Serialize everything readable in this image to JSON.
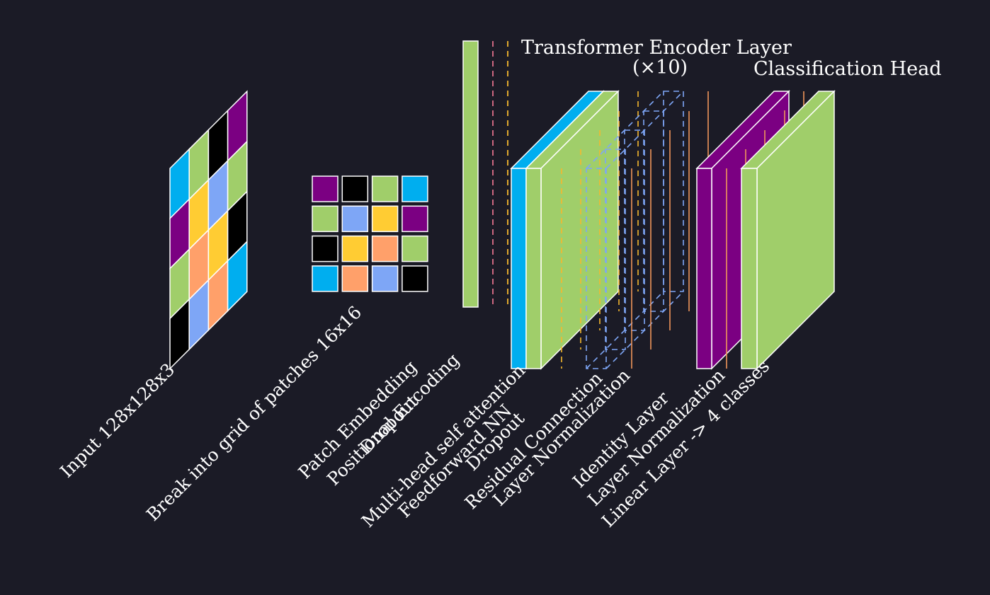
{
  "colors": {
    "background": "#1b1b26",
    "cyan": "#00aeef",
    "green": "#a0ce6a",
    "purple": "#7b0082",
    "black": "#000000",
    "blue": "#7ea6f6",
    "yellow": "#ffcc33",
    "orange": "#ffa06a",
    "pink": "#e0708a",
    "dash_yellow": "#f5b82e",
    "line_orange": "#f0965a",
    "edge": "#ffffff"
  },
  "input_grid": [
    [
      "cyan",
      "green",
      "black",
      "purple"
    ],
    [
      "purple",
      "yellow",
      "blue",
      "green"
    ],
    [
      "green",
      "orange",
      "yellow",
      "black"
    ],
    [
      "black",
      "blue",
      "orange",
      "cyan"
    ]
  ],
  "patch_grid": [
    [
      "purple",
      "black",
      "green",
      "cyan"
    ],
    [
      "green",
      "blue",
      "yellow",
      "purple"
    ],
    [
      "black",
      "yellow",
      "orange",
      "green"
    ],
    [
      "cyan",
      "orange",
      "blue",
      "black"
    ]
  ],
  "titles": {
    "encoder": "Transformer Encoder Layer",
    "encoder_repeat": "(×10)",
    "head": "Classification Head"
  },
  "labels": {
    "input": "Input 128x128x3",
    "patches": "Break into grid of patches 16x16",
    "embedding": [
      "Patch Embedding",
      "Positional Encoding",
      "Dropout"
    ],
    "encoder_ops": [
      "Multi-head self attention",
      "Feedforward NN",
      "Dropout",
      "Residual Connection",
      "Layer Normalization"
    ],
    "head_ops": [
      "Identity Layer",
      "Layer Normalization",
      "Linear Layer -> 4 classes"
    ]
  }
}
